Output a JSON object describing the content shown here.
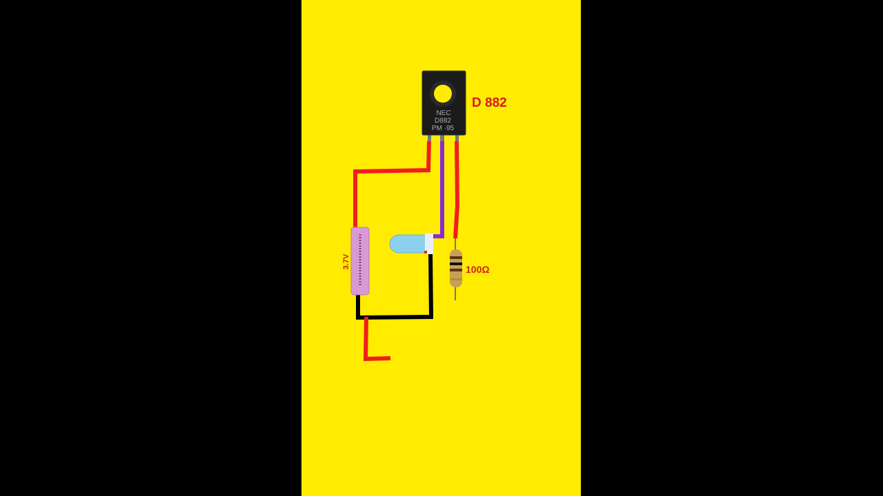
{
  "diagram": {
    "transistor": {
      "label": "D 882",
      "marking_brand": "NEC",
      "marking_part": "D882",
      "marking_code": "PM ·95"
    },
    "battery": {
      "label": "3.7V"
    },
    "resistor": {
      "label": "100Ω"
    },
    "colors": {
      "background": "#ffec00",
      "wire_red": "#f21d1d",
      "wire_purple": "#8b2bd0",
      "wire_black": "#000000",
      "label_red": "#d61a1a"
    }
  }
}
